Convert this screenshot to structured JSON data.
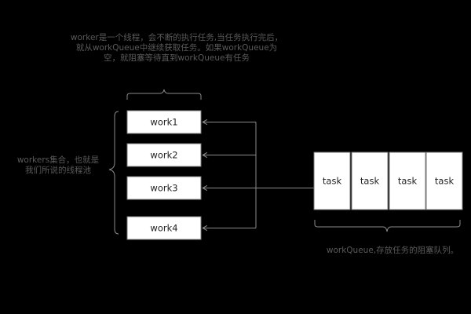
{
  "notes": {
    "workers_description": "worker是一个线程，会不断的执行任务,当任务执行完后，就从workQueue中继续获取任务。如果workQueue为空，就阻塞等待直到workQueue有任务",
    "workers_set": "workers集合，也就是我们所说的线程池",
    "queue_description": "workQueue,存放任务的阻塞队列。"
  },
  "workers": [
    {
      "label": "work1"
    },
    {
      "label": "work2"
    },
    {
      "label": "work3"
    },
    {
      "label": "work4"
    }
  ],
  "tasks": [
    {
      "label": "task"
    },
    {
      "label": "task"
    },
    {
      "label": "task"
    },
    {
      "label": "task"
    }
  ],
  "colors": {
    "background": "#000000",
    "box_fill": "#ffffff",
    "box_border": "#7a7a7a",
    "line": "#8a8a8a",
    "note_text": "#5a5a5a"
  }
}
